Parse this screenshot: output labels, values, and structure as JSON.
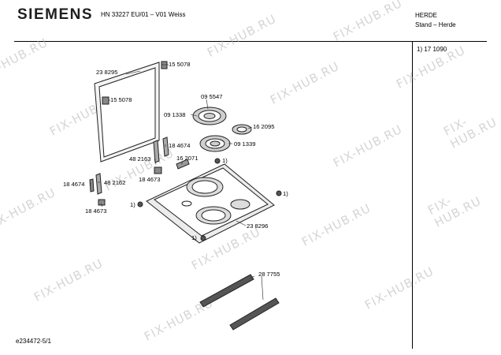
{
  "header": {
    "brand": "SIEMENS",
    "model": "HN 33227 EU/01 – V01 Weiss",
    "category": "HERDE",
    "subcategory": "Stand – Herde"
  },
  "sidebar": {
    "note": "1) 17 1090"
  },
  "footer": {
    "doc_id": "e234472-5/1"
  },
  "watermark": {
    "text": "FIX-HUB.RU"
  },
  "parts": {
    "p1": "23 8295",
    "p2": "15 5078",
    "p3": "15 5078",
    "p4": "09 5547",
    "p5": "09 1338",
    "p6": "16 2095",
    "p7": "18 4674",
    "p8": "09 1339",
    "p9": "48 2163",
    "p10": "16 2071",
    "p11": "1)",
    "p12": "18 4673",
    "p13": "18 4674",
    "p14": "48 2162",
    "p15": "18 4673",
    "p16": "1)",
    "p17": "1)",
    "p18": "23 8296",
    "p19": "1)",
    "p20": "28 7755"
  }
}
